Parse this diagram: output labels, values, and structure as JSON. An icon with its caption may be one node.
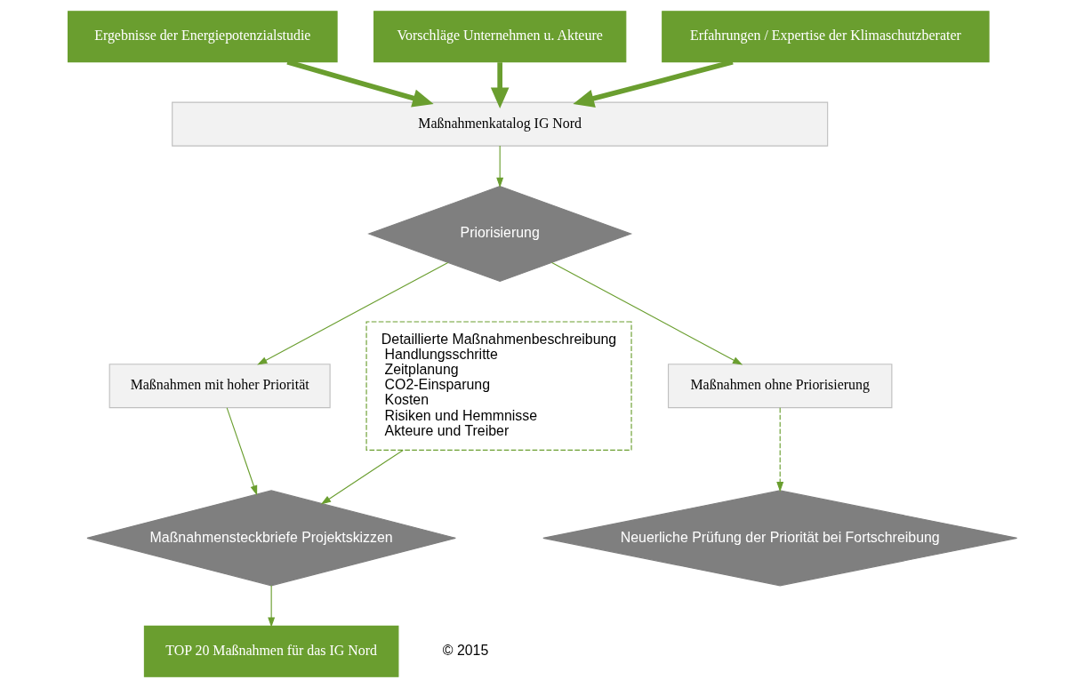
{
  "diagram": {
    "nodes": [
      {
        "text": [
          "Ergebnisse der Energiepotenzialstudie"
        ]
      },
      {
        "text": [
          "Vorschläge Unternehmen u. Akteure"
        ]
      },
      {
        "text": [
          "Erfahrungen / Expertise der Klimaschutzberater"
        ]
      },
      {
        "text": [
          "Maßnahmenkatalog IG Nord"
        ]
      },
      {
        "text": [
          "Priorisierung"
        ]
      },
      {
        "text": [
          "Maßnahmen mit hoher Priorität"
        ]
      },
      {
        "text": [
          "Maßnahmen ohne Priorisierung"
        ]
      },
      {
        "text": [
          "Maßnahmensteckbriefe Projektskizzen"
        ]
      },
      {
        "text": [
          "Detaillierte Maßnahmenbeschreibung",
          "Handlungsschritte",
          "Zeitplanung",
          "CO2-Einsparung",
          "Kosten",
          "Risiken und Hemmnisse",
          "Akteure und Treiber"
        ]
      },
      {
        "text": [
          "Neuerliche Prüfung der Priorität bei Fortschreibung"
        ]
      },
      {
        "text": [
          "TOP 20 Maßnahmen für das IG Nord"
        ]
      }
    ],
    "edges": [
      {
        "from": 0,
        "to": 3,
        "arrow": "to",
        "style": "thick"
      },
      {
        "from": 1,
        "to": 3,
        "arrow": "to",
        "style": "thick"
      },
      {
        "from": 2,
        "to": 3,
        "arrow": "to",
        "style": "thick"
      },
      {
        "from": 3,
        "to": 4,
        "arrow": "to"
      },
      {
        "from": 4,
        "to": 5,
        "arrow": "to"
      },
      {
        "from": 4,
        "to": 6,
        "arrow": "to"
      },
      {
        "from": 5,
        "to": 7,
        "arrow": "to"
      },
      {
        "from": 8,
        "to": 7,
        "arrow": "to"
      },
      {
        "from": 6,
        "to": 9,
        "arrow": "to",
        "style": "dashed"
      },
      {
        "from": 7,
        "to": 10,
        "arrow": "to"
      }
    ],
    "labels": [
      "© 2015"
    ]
  }
}
